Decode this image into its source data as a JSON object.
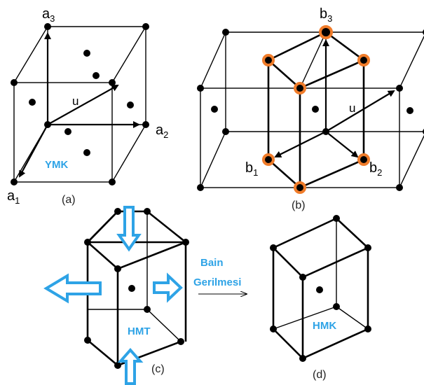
{
  "panel_a": {
    "caption": "(a)",
    "vector_labels": {
      "a1": "a",
      "a1_sub": "1",
      "a2": "a",
      "a2_sub": "2",
      "a3": "a",
      "a3_sub": "3",
      "u": "u"
    },
    "structure_label": "YMK"
  },
  "panel_b": {
    "caption": "(b)",
    "vector_labels": {
      "b1": "b",
      "b1_sub": "1",
      "b2": "b",
      "b2_sub": "2",
      "b3": "b",
      "b3_sub": "3",
      "u": "u"
    },
    "highlight_color": "#f07c2a"
  },
  "panel_c": {
    "caption": "(c)",
    "structure_label": "HMT",
    "arrow_color": "#2ea3e6"
  },
  "transition": {
    "line1": "Bain",
    "line2": "Gerilmesi"
  },
  "panel_d": {
    "caption": "(d)",
    "structure_label": "HMK"
  }
}
